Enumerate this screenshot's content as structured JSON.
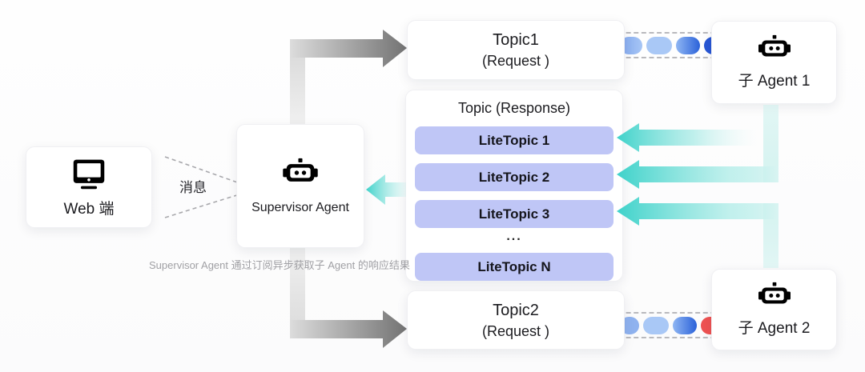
{
  "diagram": {
    "message_label": "消息",
    "caption": "Supervisor Agent 通过订阅异步获取子 Agent 的响应结果"
  },
  "nodes": {
    "web": {
      "label": "Web 端"
    },
    "supervisor": {
      "label": "Supervisor Agent"
    },
    "topic1": {
      "title": "Topic1",
      "subtitle": "(Request )"
    },
    "response": {
      "title": "Topic (Response)",
      "items": [
        "LiteTopic 1",
        "LiteTopic 2",
        "LiteTopic 3"
      ],
      "ellipsis": "...",
      "last_item": "LiteTopic N"
    },
    "topic2": {
      "title": "Topic2",
      "subtitle": "(Request )"
    },
    "agent1": {
      "label": "子 Agent 1"
    },
    "agent2": {
      "label": "子 Agent 2"
    }
  },
  "colors": {
    "teal_arrow": "#3ed2ca",
    "gray_arrow_dark": "#767676",
    "gray_arrow_light": "#dcdcdc",
    "lavender_pill": "#bfc6f6",
    "queue_blue_light": "#a9c8f6",
    "queue_blue_dark": "#2b62d9",
    "queue_red": "#ee5252"
  },
  "pipes": {
    "top": {
      "pills": [
        {
          "w": 28,
          "bg": "linear-gradient(90deg,#83a9ee,#a6c5f5)"
        },
        {
          "w": 32,
          "bg": "#a9c8f6"
        },
        {
          "w": 30,
          "bg": "linear-gradient(90deg,#8fb6f3,#2b62d9)"
        },
        {
          "w": 26,
          "bg": "#2857d4"
        }
      ]
    },
    "bottom": {
      "pills": [
        {
          "w": 24,
          "bg": "#8fb2ef"
        },
        {
          "w": 32,
          "bg": "#a9c8f6"
        },
        {
          "w": 30,
          "bg": "linear-gradient(90deg,#8fb6f3,#2b62d9)"
        },
        {
          "w": 26,
          "bg": "#ee5252"
        }
      ]
    }
  }
}
